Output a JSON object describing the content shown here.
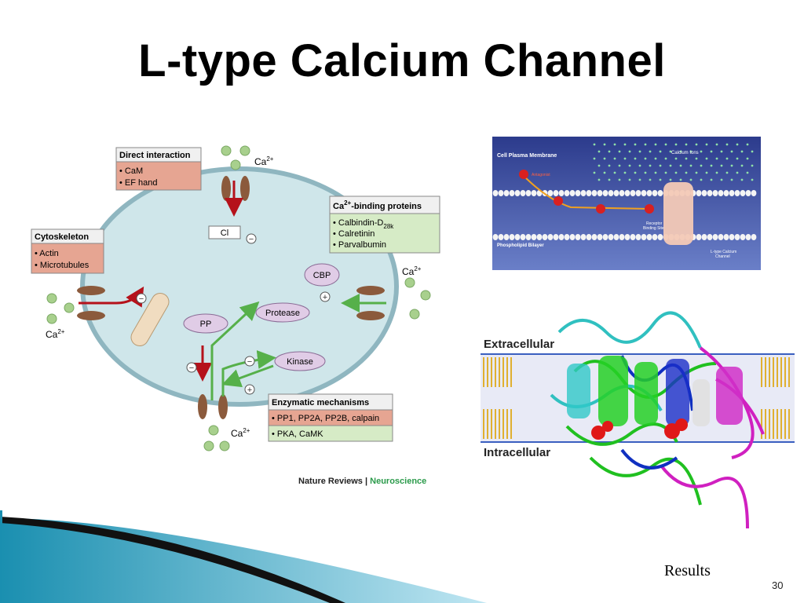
{
  "slide": {
    "title": "L-type Calcium Channel",
    "results_label": "Results",
    "page_number": "30"
  },
  "diagram": {
    "ca_label": "Ca",
    "ca_sup": "2+",
    "cl_label": "Cl",
    "cbp_label": "CBP",
    "pp_label": "PP",
    "protease_label": "Protease",
    "kinase_label": "Kinase",
    "direct_interaction": {
      "title": "Direct interaction",
      "items": [
        "• CaM",
        "• EF hand"
      ]
    },
    "cytoskeleton": {
      "title": "Cytoskeleton",
      "items": [
        "• Actin",
        "• Microtubules"
      ]
    },
    "binding_proteins": {
      "title_ca": "Ca",
      "title_sup": "2+",
      "title_rest": "-binding proteins",
      "items": [
        "• Calbindin-D",
        "• Calretinin",
        "• Parvalbumin"
      ],
      "calbindin_sub": "28k"
    },
    "enzymatic": {
      "title": "Enzymatic mechanisms",
      "items": [
        "• PP1, PP2A, PP2B, calpain",
        "• PKA, CaMK"
      ]
    },
    "credit_journal": "Nature Reviews",
    "credit_separator": " | ",
    "credit_section": "Neuroscience",
    "minus": "−",
    "plus": "+"
  },
  "membrane_panel": {
    "title": "Cell Plasma Membrane",
    "calcium_ions": "Calcium Ions",
    "bilayer": "Phospholipid Bilayer",
    "receptor_line1": "Receptor",
    "receptor_line2": "Binding Site",
    "channel_line1": "L-type Calcium",
    "channel_line2": "Channel",
    "antagonist": "Antagonist"
  },
  "protein_panel": {
    "extracellular": "Extracellular",
    "intracellular": "Intracellular"
  },
  "colors": {
    "cell_fill": "#cfe6ea",
    "cell_stroke": "#8fb6c0",
    "ion_green": "#a8d08d",
    "arrow_red": "#b5121b",
    "arrow_green": "#56b04a",
    "box_red": "#e6a592",
    "box_green": "#d6ebc6",
    "protein_pink": "#d8a8e0",
    "membrane_bg": "#3a4a9a",
    "accent_teal": "#1a8fb0"
  }
}
